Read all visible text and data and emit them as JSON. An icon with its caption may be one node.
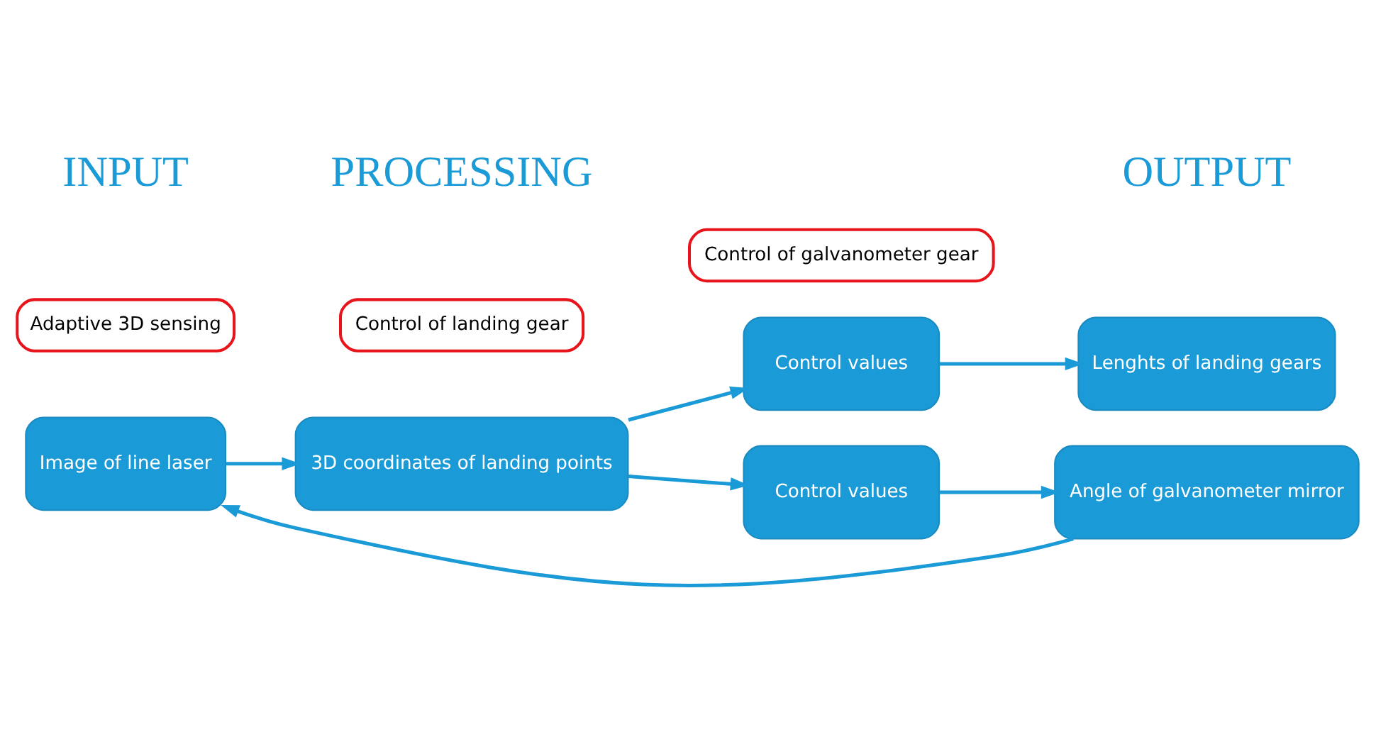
{
  "diagram": {
    "nodes": [
      {
        "text": [
          "Image of line laser"
        ]
      },
      {
        "text": [
          "3D coordinates of landing points"
        ]
      },
      {
        "text": [
          "Control values"
        ]
      },
      {
        "text": [
          "Lenghts of landing gears"
        ]
      },
      {
        "text": [
          "Control values"
        ]
      },
      {
        "text": [
          "Angle of galvanometer mirror"
        ]
      },
      {
        "text": [
          "Adaptive 3D sensing"
        ]
      },
      {
        "text": [
          "Control of landing gear"
        ]
      },
      {
        "text": [
          "Control of galvanometer gear"
        ]
      }
    ],
    "edges": [
      {
        "from": 0,
        "to": 1,
        "arrow": "to"
      },
      {
        "from": 1,
        "to": 2,
        "arrow": "to"
      },
      {
        "from": 1,
        "to": 4,
        "arrow": "to"
      },
      {
        "from": 2,
        "to": 3,
        "arrow": "to"
      },
      {
        "from": 4,
        "to": 5,
        "arrow": "to"
      },
      {
        "from": 5,
        "to": 0,
        "arrow": "to"
      }
    ],
    "labels": [
      "INPUT",
      "PROCESSING",
      "OUTPUT"
    ]
  }
}
